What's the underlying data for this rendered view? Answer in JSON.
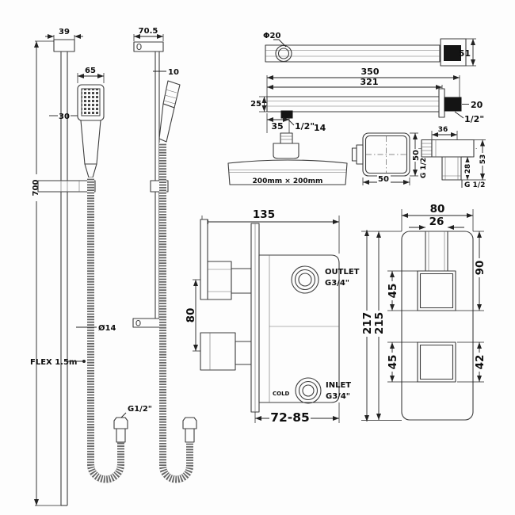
{
  "rail_front": {
    "dim_top_width": "39",
    "dim_handset_width": "65",
    "dim_rail": "30",
    "dim_height": "700",
    "dim_hose_dia": "Ø14",
    "flex_label": "FLEX 1.5m",
    "hose_thread": "G1/2\""
  },
  "rail_side": {
    "dim_top_width": "70.5",
    "dim_tube": "10"
  },
  "arm_top": {
    "dia_label": "Φ20",
    "dim_plate": "51"
  },
  "arm_front": {
    "dim_total": "350",
    "dim_inner": "321",
    "dim_height": "25",
    "dim_offset": "35",
    "thread_label": "1/2\"",
    "dim_thread_len": "14",
    "dim_thread_dia": "20",
    "thread_label_end": "1/2\""
  },
  "head_front": {
    "size_label": "200mm × 200mm"
  },
  "head_top": {
    "dim_width": "50",
    "dim_depth": "50"
  },
  "elbow": {
    "dim_width": "36",
    "thread_left": "G 1/2",
    "dim_inner_height": "28",
    "dim_height": "53",
    "thread_bottom": "G 1/2"
  },
  "valve_side": {
    "dim_depth": "135",
    "dim_handle_gap": "80",
    "outlet_label": "OUTLET",
    "outlet_thread": "G3/4\"",
    "inlet_label": "INLET",
    "inlet_thread": "G3/4\"",
    "cold_label": "COLD",
    "dim_depth_range": "72-85"
  },
  "valve_front": {
    "dim_width": "80",
    "dim_stem": "26",
    "dim_top_section": "90",
    "dim_square_top": "45",
    "dim_square_bottom": "45",
    "dim_lower_section": "42",
    "dim_height_outer": "217",
    "dim_height_inner": "215"
  }
}
